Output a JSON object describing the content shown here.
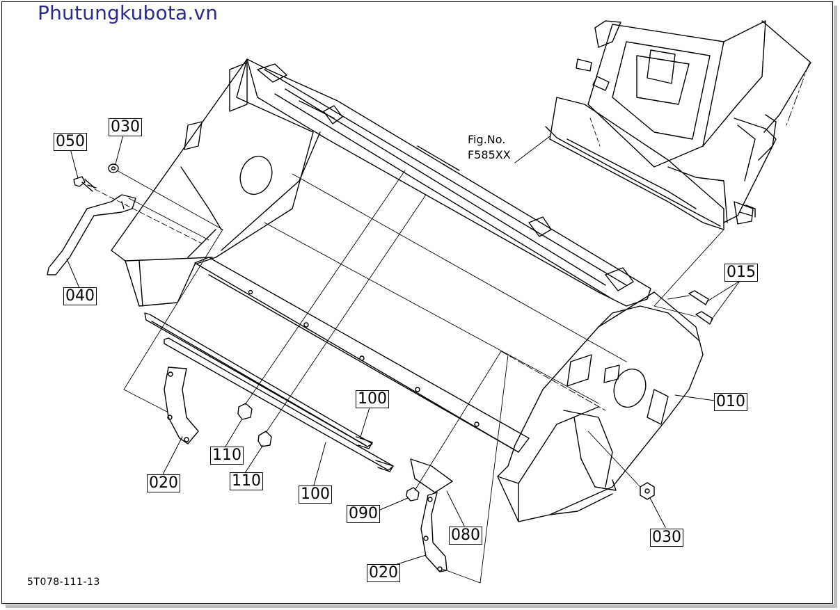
{
  "watermark": "Phutungkubota.vn",
  "fig_reference": {
    "line1": "Fig.No.",
    "line2": "F585XX"
  },
  "drawing_code": "5T078-111-13",
  "callouts": {
    "c050": "050",
    "c030_top": "030",
    "c040": "040",
    "c015": "015",
    "c010": "010",
    "c020_left": "020",
    "c110_a": "110",
    "c110_b": "110",
    "c100_a": "100",
    "c100_b": "100",
    "c090": "090",
    "c080": "080",
    "c020_bottom": "020",
    "c030_bottom": "030"
  },
  "colors": {
    "watermark": "#2b2a86",
    "line": "#000000",
    "background": "#ffffff"
  }
}
